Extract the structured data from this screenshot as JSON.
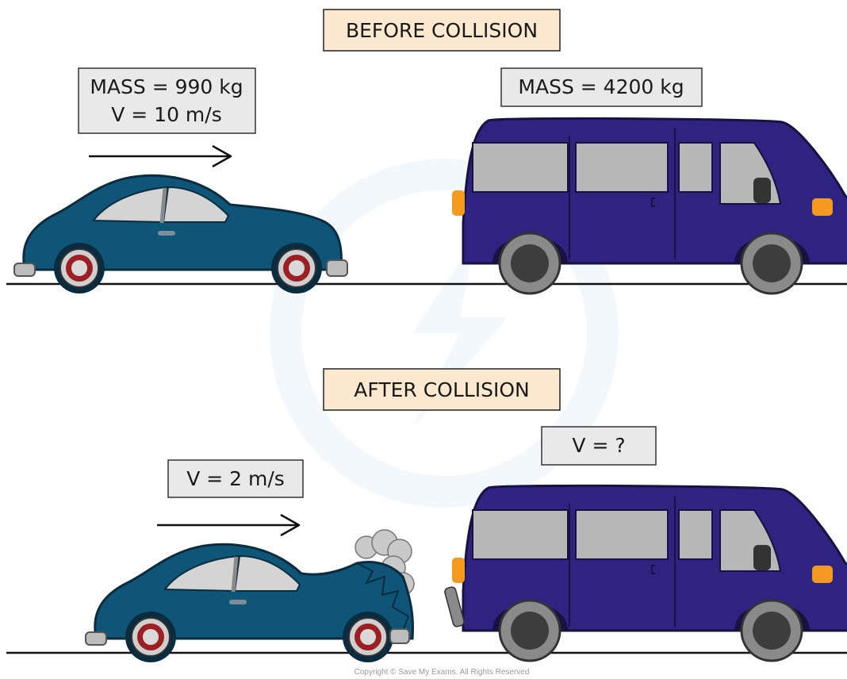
{
  "before": {
    "title": "BEFORE COLLISION",
    "car_mass_line": "MASS = 990 kg",
    "car_velocity_line": "V = 10 m/s",
    "van_mass_line": "MASS = 4200 kg"
  },
  "after": {
    "title": "AFTER COLLISION",
    "car_velocity_line": "V = 2 m/s",
    "van_velocity_line": "V = ?"
  },
  "copyright": "Copyright © Save My Exams. All Rights Reserved",
  "colors": {
    "title_box": "#fde9cf",
    "label_box": "#e9e9e9",
    "car_body": "#0e5578",
    "van_body": "#2e2380",
    "window": "#c8c8c8",
    "wheel_rim": "#9c1f24",
    "light": "#f39a1f"
  }
}
